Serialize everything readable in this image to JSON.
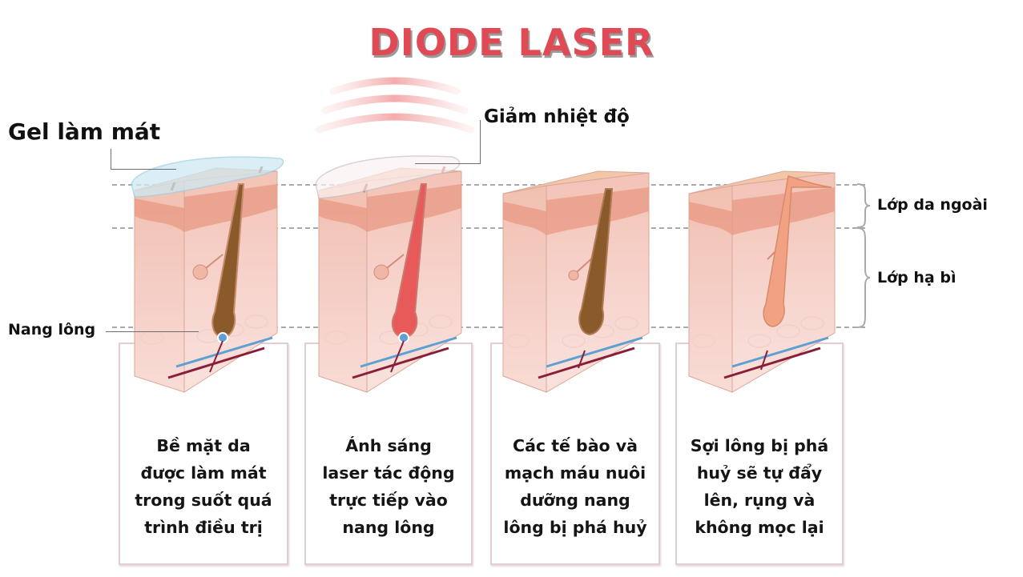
{
  "title": "DIODE LASER",
  "colors": {
    "title": "#e04a55",
    "title_shadow": "#9a9a9a",
    "skin_top": "#f3c0a6",
    "skin_side": "#f6cfc7",
    "epidermis_band": "#e89a85",
    "hair_normal": "#8a5a2b",
    "hair_heated": "#e85a5a",
    "hair_destroyed": "#f2a283",
    "vein_blue": "#5e9fd4",
    "artery_red": "#8a1e3a",
    "gel": "#cfe8f2",
    "laser_waves": "#f2a5a5",
    "box_border": "#e2cdd3"
  },
  "callouts": {
    "gel": "Gel làm mát",
    "cooling": "Giảm nhiệt độ",
    "follicle": "Nang lông",
    "epidermis": "Lớp da ngoài",
    "dermis": "Lớp hạ bì"
  },
  "stages": [
    {
      "id": "stage-1",
      "hair_state": "normal",
      "has_gel": true,
      "has_laser": false,
      "caption_lines": [
        "Bề mặt da",
        "được làm mát",
        "trong suốt quá",
        "trình điều trị"
      ]
    },
    {
      "id": "stage-2",
      "hair_state": "heated",
      "has_gel": true,
      "has_laser": true,
      "caption_lines": [
        "Ánh sáng",
        "laser tác động",
        "trực tiếp vào",
        "nang lông"
      ]
    },
    {
      "id": "stage-3",
      "hair_state": "damaged",
      "has_gel": false,
      "has_laser": false,
      "caption_lines": [
        "Các tế bào và",
        "mạch máu nuôi",
        "dưỡng nang",
        "lông bị phá huỷ"
      ]
    },
    {
      "id": "stage-4",
      "hair_state": "destroyed",
      "has_gel": false,
      "has_laser": false,
      "caption_lines": [
        "Sợi lông bị phá",
        "huỷ sẽ tự đẩy",
        "lên, rụng và",
        "không mọc lại"
      ]
    }
  ]
}
